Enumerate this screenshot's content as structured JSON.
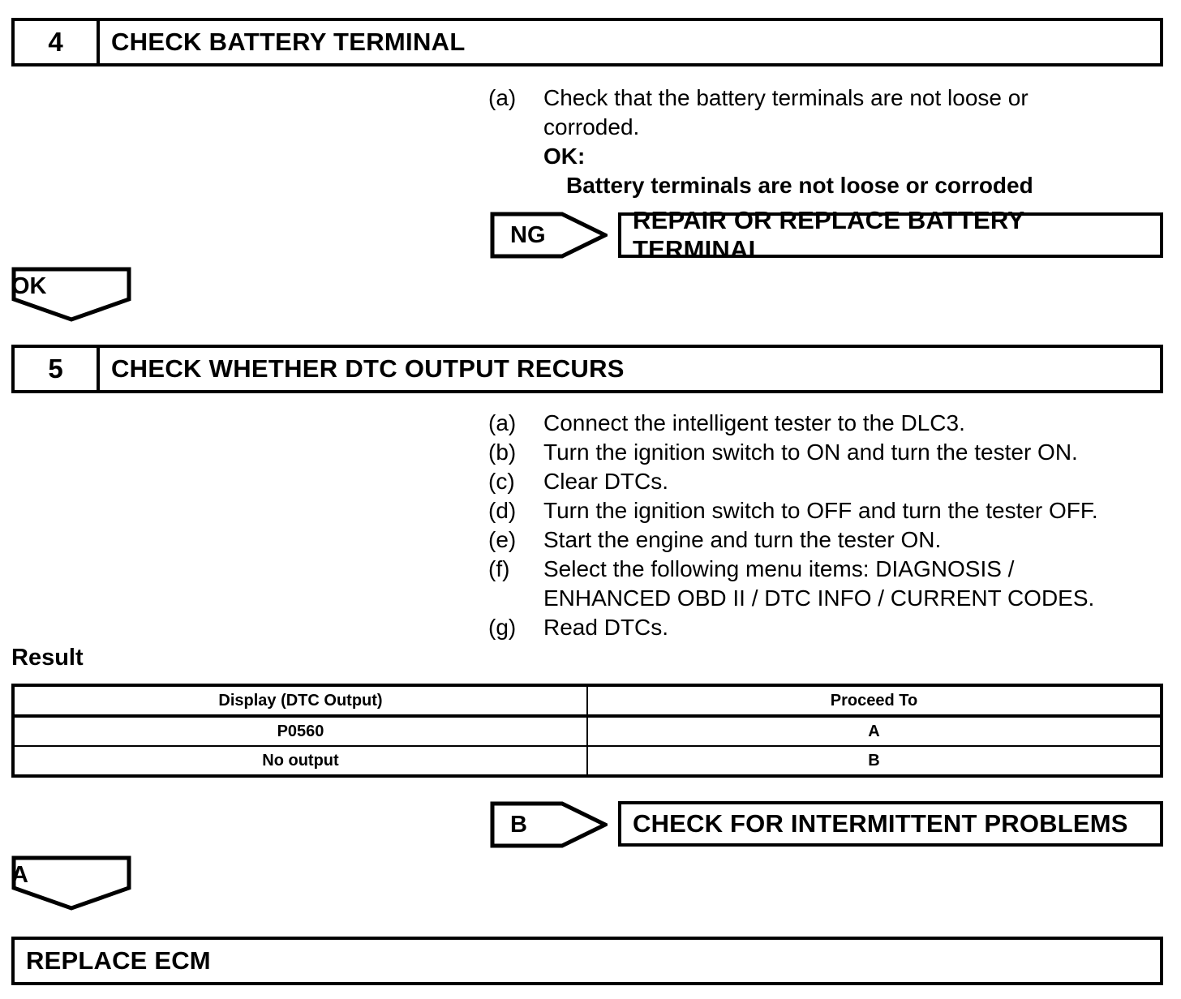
{
  "document": {
    "type": "diagnostic-flowchart"
  },
  "steps": [
    {
      "number": "4",
      "title": "CHECK BATTERY TERMINAL",
      "procedures": [
        {
          "marker": "(a)",
          "text": "Check that the battery terminals are not loose or"
        },
        {
          "marker": "",
          "text": "corroded."
        }
      ],
      "ok_label": "OK:",
      "ok_value": "Battery terminals are not loose or corroded"
    },
    {
      "number": "5",
      "title": "CHECK WHETHER DTC OUTPUT RECURS",
      "procedures": [
        {
          "marker": "(a)",
          "text": "Connect the intelligent tester to the DLC3."
        },
        {
          "marker": "(b)",
          "text": "Turn the ignition switch to ON and turn the tester ON."
        },
        {
          "marker": "(c)",
          "text": "Clear DTCs."
        },
        {
          "marker": "(d)",
          "text": "Turn the ignition switch to OFF and turn the tester OFF."
        },
        {
          "marker": "(e)",
          "text": "Start the engine and turn the tester ON."
        },
        {
          "marker": "(f)",
          "text": "Select the following menu items: DIAGNOSIS /"
        },
        {
          "marker": "",
          "text": "ENHANCED OBD II / DTC INFO / CURRENT CODES."
        },
        {
          "marker": "(g)",
          "text": "Read DTCs."
        }
      ]
    }
  ],
  "judgements": {
    "ng": "NG",
    "ok": "OK",
    "a": "A",
    "b": "B"
  },
  "outcomes": {
    "repair_battery_terminal": "REPAIR OR REPLACE BATTERY TERMINAL",
    "check_intermittent": "CHECK FOR INTERMITTENT PROBLEMS",
    "replace_ecm": "REPLACE ECM"
  },
  "result": {
    "label": "Result",
    "columns": [
      "Display (DTC Output)",
      "Proceed To"
    ],
    "rows": [
      [
        "P0560",
        "A"
      ],
      [
        "No output",
        "B"
      ]
    ]
  }
}
